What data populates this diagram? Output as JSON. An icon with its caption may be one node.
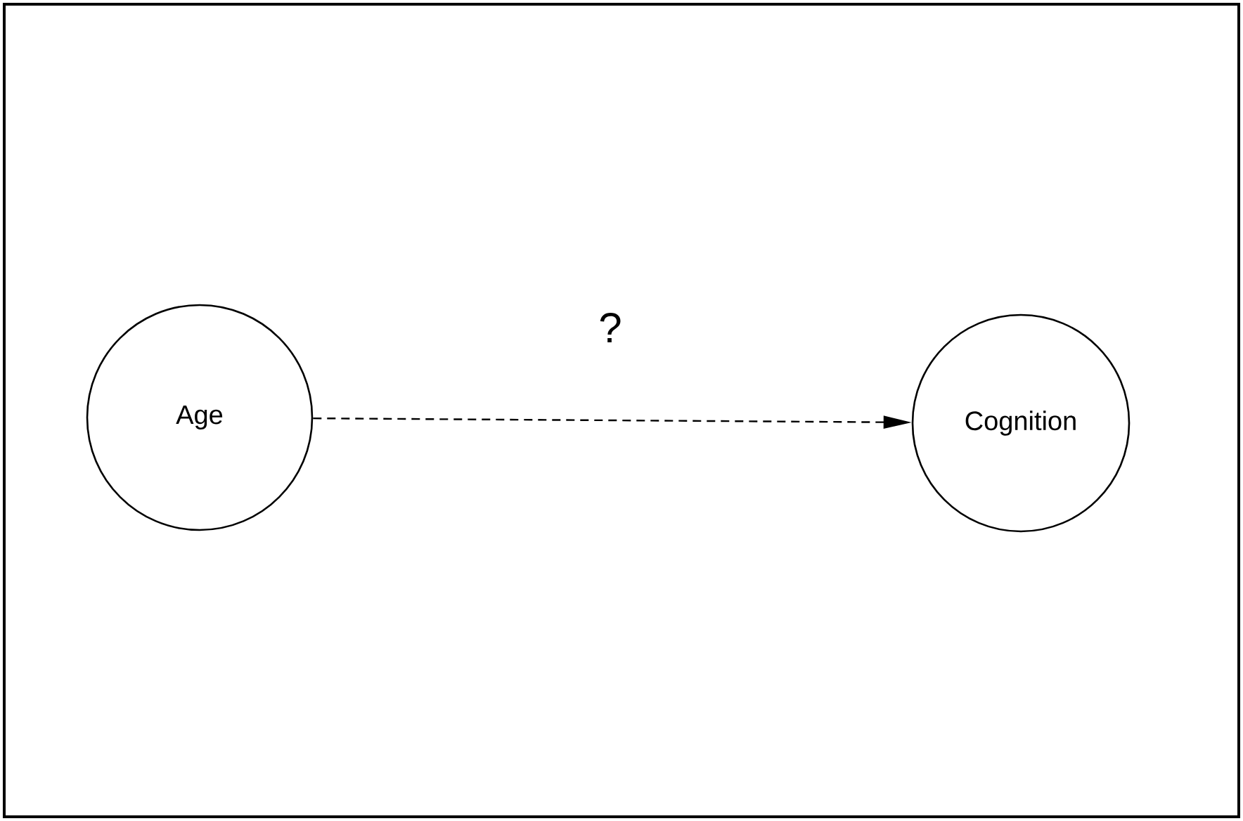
{
  "diagram": {
    "nodes": [
      {
        "text": [
          "Age"
        ]
      },
      {
        "text": [
          "Cognition"
        ]
      }
    ],
    "edges": [
      {
        "from": 0,
        "to": 1,
        "arrow": "to",
        "label": "?",
        "style": "dashed"
      }
    ]
  }
}
